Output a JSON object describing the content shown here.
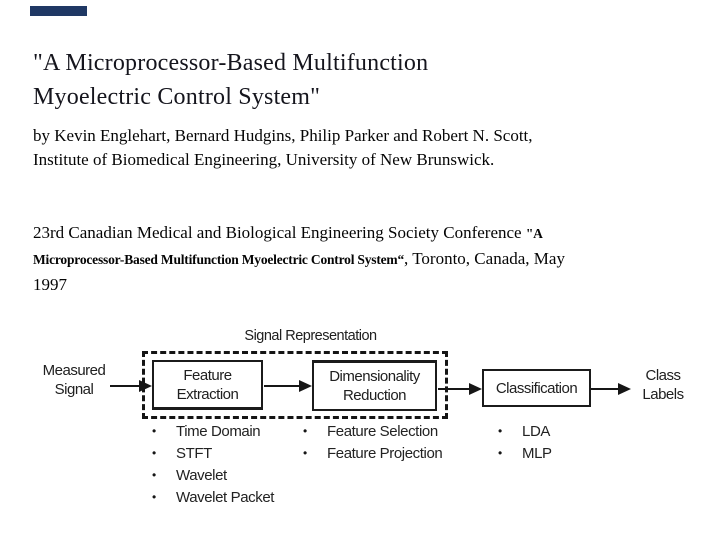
{
  "slide": {
    "accent_color": "#1F3864",
    "title": {
      "line1": "\"A Microprocessor-Based Multifunction",
      "line2": "Myoelectric Control System\""
    },
    "authors": {
      "line1": "by Kevin Englehart, Bernard Hudgins, Philip Parker and Robert N. Scott,",
      "line2": "Institute of Biomedical Engineering, University of New Brunswick."
    },
    "conference": {
      "line1_regular": "23rd Canadian Medical and Biological Engineering Society Conference ",
      "line1_bold": "\"A",
      "line2_bold": "Microprocessor-Based Multifunction Myoelectric Control System“",
      "line2_regular": ", Toronto, Canada, May",
      "line3": "1997"
    }
  },
  "diagram": {
    "group_label": "Signal Representation",
    "input": {
      "line1": "Measured",
      "line2": "Signal"
    },
    "blocks": {
      "feature_extraction": {
        "line1": "Feature",
        "line2": "Extraction"
      },
      "dimensionality_reduction": {
        "line1": "Dimensionality",
        "line2": "Reduction"
      },
      "classification": {
        "label": "Classification"
      }
    },
    "output": {
      "line1": "Class",
      "line2": "Labels"
    },
    "bullet": "•",
    "lists": {
      "feature_extraction_methods": [
        "Time Domain",
        "STFT",
        "Wavelet",
        "Wavelet Packet"
      ],
      "dimensionality_reduction_methods": [
        "Feature Selection",
        "Feature Projection"
      ],
      "classification_methods": [
        "LDA",
        "MLP"
      ]
    }
  }
}
